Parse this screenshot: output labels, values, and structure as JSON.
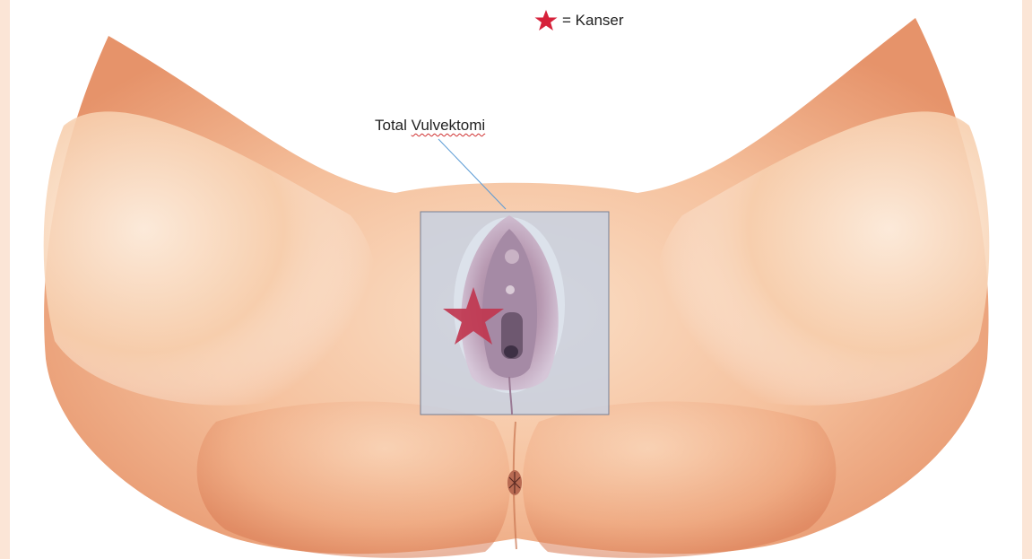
{
  "legend": {
    "symbol": "star-icon",
    "symbol_color": "#d6213a",
    "text": "= Kanser"
  },
  "annotation": {
    "prefix": "Total ",
    "word": "Vulvektomi"
  },
  "colors": {
    "skin_light": "#fbd9bd",
    "skin_mid": "#f2b48e",
    "skin_dark": "#d98059",
    "excision_fill": "#c7d2e4",
    "excision_border": "#5b6f8f",
    "leader_line": "#5b9bd5",
    "tumor_star": "#c0364f"
  }
}
